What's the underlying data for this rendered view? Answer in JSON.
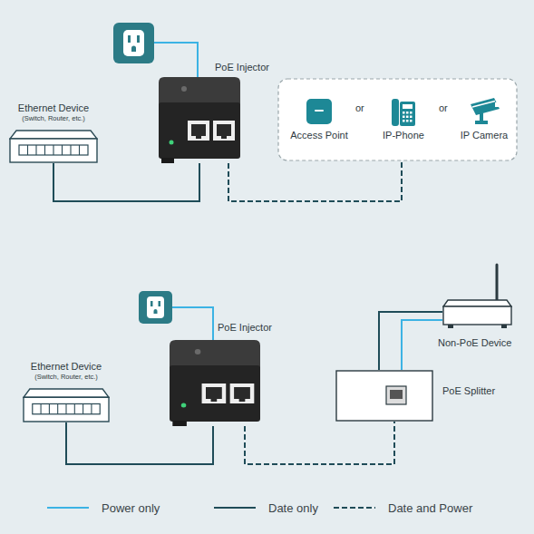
{
  "diagram": {
    "nodes": [
      {
        "text": [
          "PoE Injector"
        ]
      },
      {
        "text": [
          "Ethernet Device",
          "(Switch, Router, etc.)"
        ]
      },
      {
        "text": [
          "Access Point"
        ]
      },
      {
        "text": [
          "IP-Phone"
        ]
      },
      {
        "text": [
          "IP Camera"
        ]
      },
      {
        "text": [
          "PoE Injector"
        ]
      },
      {
        "text": [
          "Ethernet Device",
          "(Switch, Router, etc.)"
        ]
      },
      {
        "text": [
          "Non-PoE Device"
        ]
      },
      {
        "text": [
          "PoE Splitter"
        ]
      }
    ],
    "edges": [
      {
        "from": 1,
        "to": 0,
        "arrow": "none"
      },
      {
        "from": 6,
        "to": 5,
        "arrow": "none"
      },
      {
        "from": 5,
        "to": 8,
        "arrow": "none"
      },
      {
        "from": 8,
        "to": 7,
        "arrow": "none"
      },
      {
        "from": 8,
        "to": 7,
        "arrow": "none"
      }
    ],
    "labels": [
      "or",
      "or"
    ],
    "legend": [
      {
        "text": "Power only"
      },
      {
        "text": "Date only"
      },
      {
        "text": "Date and Power"
      }
    ]
  }
}
